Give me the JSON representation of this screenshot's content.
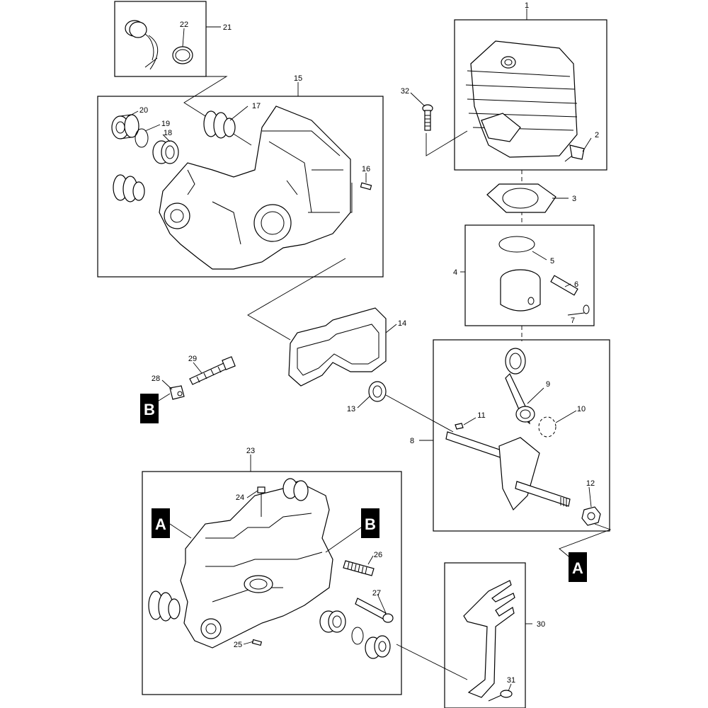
{
  "part_numbers": {
    "p1": "1",
    "p2": "2",
    "p3": "3",
    "p4": "4",
    "p5": "5",
    "p6": "6",
    "p7": "7",
    "p8": "8",
    "p9": "9",
    "p10": "10",
    "p11": "11",
    "p12": "12",
    "p13": "13",
    "p14": "14",
    "p15": "15",
    "p16": "16",
    "p17": "17",
    "p18": "18",
    "p19": "19",
    "p20": "20",
    "p21": "21",
    "p22": "22",
    "p23": "23",
    "p24": "24",
    "p25": "25",
    "p26": "26",
    "p27": "27",
    "p28": "28",
    "p29": "29",
    "p30": "30",
    "p31": "31",
    "p32": "32"
  },
  "reference_tags": {
    "a_crankcase": "A",
    "a_crankshaft": "A",
    "b_crankcase": "B",
    "b_screw": "B"
  }
}
